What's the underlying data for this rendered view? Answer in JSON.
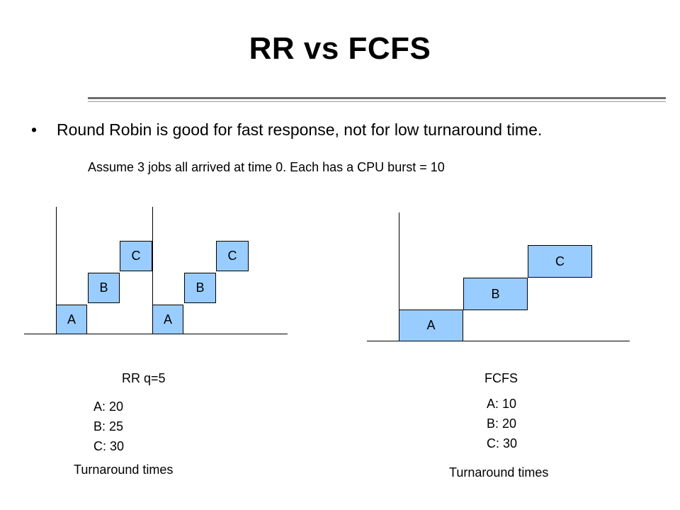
{
  "title": "RR vs FCFS",
  "bullet": "Round Robin is good for fast response, not for low turnaround time.",
  "bullet_marker": "•",
  "note": "Assume 3 jobs all arrived at time 0. Each has a CPU burst = 10",
  "box_color": "#99ccff",
  "rr": {
    "blocks": [
      "A",
      "B",
      "C",
      "A",
      "B",
      "C"
    ],
    "caption": "RR q=5",
    "results": [
      "A: 20",
      "B: 25",
      "C: 30"
    ],
    "footer": "Turnaround times"
  },
  "fcfs": {
    "blocks": [
      "A",
      "B",
      "C"
    ],
    "caption": "FCFS",
    "results": [
      "A: 10",
      "B: 20",
      "C: 30"
    ],
    "footer": "Turnaround times"
  }
}
